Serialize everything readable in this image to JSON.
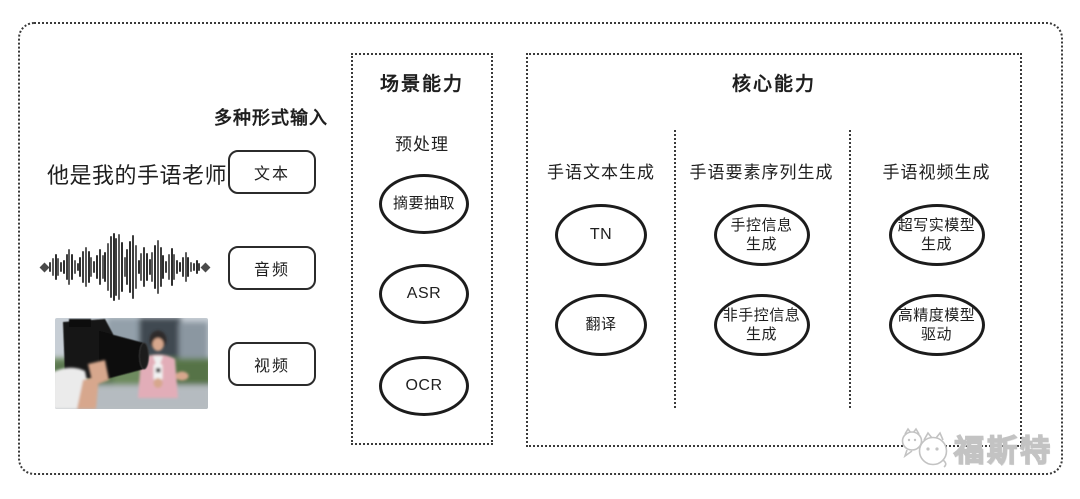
{
  "colors": {
    "ink": "#1f1f1f",
    "border": "#2b2b2b",
    "dotted": "#3a3a3a",
    "watermark_gray": "#c3c3c3"
  },
  "input_section": {
    "heading": "多种形式输入",
    "sample_sentence": "他是我的手语老师",
    "types": [
      {
        "label": "文本"
      },
      {
        "label": "音频"
      },
      {
        "label": "视频"
      }
    ]
  },
  "scene_box": {
    "title": "场景能力",
    "stage_label": "预处理",
    "nodes": [
      {
        "label": "摘要抽取"
      },
      {
        "label": "ASR"
      },
      {
        "label": "OCR"
      }
    ]
  },
  "core_box": {
    "title": "核心能力",
    "columns": [
      {
        "header": "手语文本生成",
        "nodes": [
          {
            "label": "TN"
          },
          {
            "label": "翻译"
          }
        ]
      },
      {
        "header": "手语要素序列生成",
        "nodes": [
          {
            "label": "手控信息\n生成"
          },
          {
            "label": "非手控信息\n生成"
          }
        ]
      },
      {
        "header": "手语视频生成",
        "nodes": [
          {
            "label": "超写实模型\n生成"
          },
          {
            "label": "高精度模型\n驱动"
          }
        ]
      }
    ]
  },
  "watermark": {
    "brand": "福斯特"
  },
  "decor": {
    "waveform_bars": [
      10,
      18,
      26,
      18,
      10,
      14,
      26,
      36,
      26,
      14,
      8,
      20,
      32,
      40,
      32,
      20,
      12,
      24,
      36,
      24,
      30,
      48,
      62,
      68,
      58,
      66,
      50,
      20,
      36,
      52,
      64,
      44,
      14,
      28,
      40,
      28,
      16,
      30,
      44,
      54,
      40,
      24,
      12,
      26,
      38,
      26,
      14,
      10,
      20,
      30,
      20,
      10,
      8,
      14,
      8
    ]
  }
}
